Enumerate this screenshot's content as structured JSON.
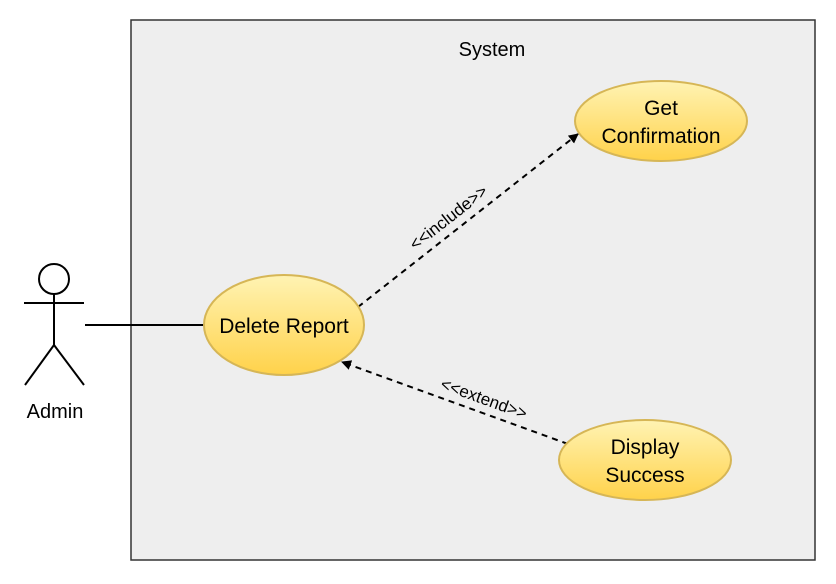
{
  "colors": {
    "boundary_fill": "#eeeeee",
    "boundary_stroke": "#333333",
    "usecase_fill_top": "#fff3b3",
    "usecase_fill_bottom": "#ffd24a",
    "usecase_stroke": "#d6b656",
    "line": "#000000"
  },
  "system": {
    "title": "System"
  },
  "actor": {
    "name": "Admin"
  },
  "use_cases": {
    "delete_report": {
      "label": "Delete Report"
    },
    "get_confirmation": {
      "line1": "Get",
      "line2": "Confirmation"
    },
    "display_success": {
      "line1": "Display",
      "line2": "Success"
    }
  },
  "relationships": {
    "include": {
      "label": "<<include>>"
    },
    "extend": {
      "label": "<<extend>>"
    }
  }
}
